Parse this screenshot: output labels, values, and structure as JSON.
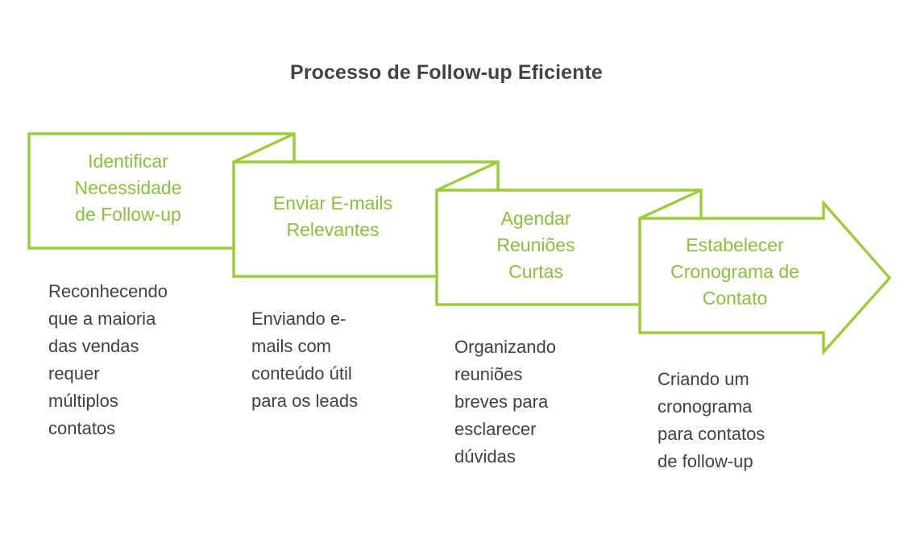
{
  "title": "Processo de Follow-up Eficiente",
  "colors": {
    "stroke": "#9CCC3C",
    "heading_text": "#8CBF3F",
    "description_text": "#414141",
    "title_text": "#434343",
    "background": "#FFFFFF"
  },
  "diagram": {
    "type": "chevron-process-arrow",
    "step_count": 4,
    "steps": [
      {
        "index": 1,
        "heading": "Identificar\nNecessidade\nde Follow-up",
        "description": "Reconhecendo\nque a maioria\ndas vendas\nrequer\nmúltiplos\ncontatos"
      },
      {
        "index": 2,
        "heading": "Enviar E-mails\nRelevantes",
        "description": "Enviando e-\nmails com\nconteúdo útil\npara os leads"
      },
      {
        "index": 3,
        "heading": "Agendar\nReuniões\nCurtas",
        "description": "Organizando\nreuniões\nbreves para\nesclarecer\ndúvidas"
      },
      {
        "index": 4,
        "heading": "Estabelecer\nCronograma de\nContato",
        "description": "Criando um\ncronograma\npara contatos\nde follow-up"
      }
    ]
  }
}
